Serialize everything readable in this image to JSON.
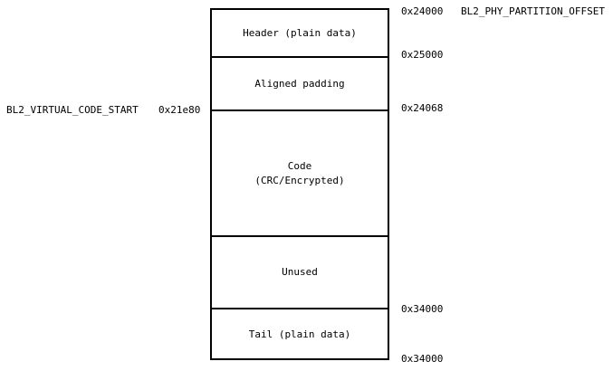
{
  "diagram": {
    "sections": {
      "header": "Header (plain data)",
      "padding": "Aligned padding",
      "code_title": "Code",
      "code_subtitle": "(CRC/Encrypted)",
      "unused": "Unused",
      "tail": "Tail (plain data)"
    },
    "addresses": {
      "a0": "0x24000",
      "a1": "0x25000",
      "a2": "0x24068",
      "a3": "0x34000",
      "a4": "0x34000",
      "virtual_start": "0x21e80"
    },
    "annotations": {
      "phy_partition_offset": "BL2_PHY_PARTITION_OFFSET",
      "virtual_code_start": "BL2_VIRTUAL_CODE_START"
    }
  }
}
